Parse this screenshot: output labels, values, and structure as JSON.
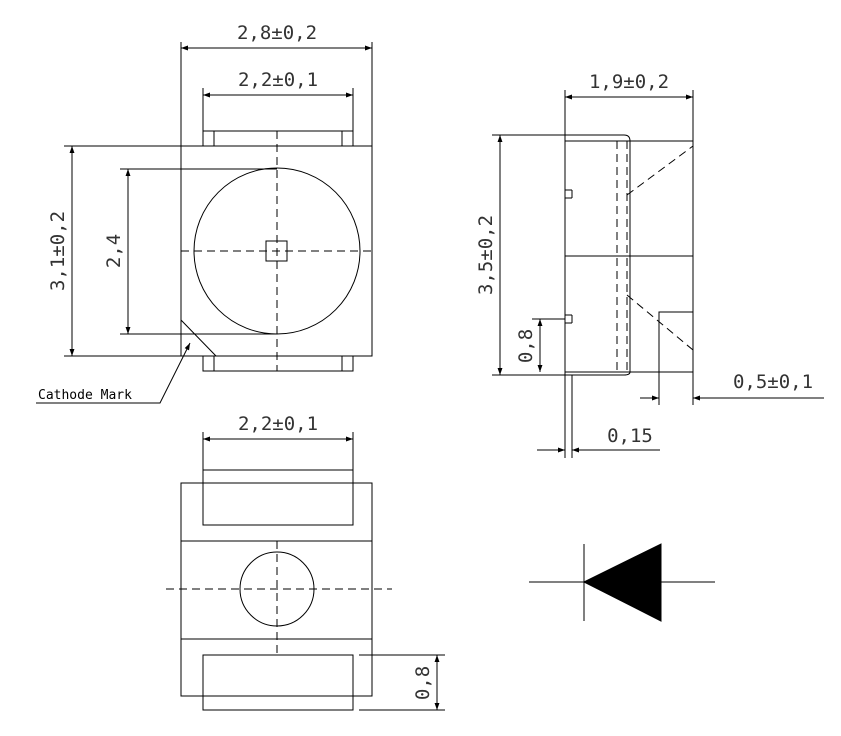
{
  "labels": {
    "top_width_outer": "2,8±0,2",
    "top_width_inner": "2,2±0,1",
    "top_height_outer": "3,1±0,2",
    "top_height_inner": "2,4",
    "cathode_mark": "Cathode Mark",
    "side_width": "1,9±0,2",
    "side_height": "3,5±0,2",
    "side_lead_height": "0,8",
    "side_pad_width": "0,5±0,1",
    "side_lead_thickness": "0,15",
    "bottom_width": "2,2±0,1",
    "bottom_pad_height": "0,8"
  }
}
